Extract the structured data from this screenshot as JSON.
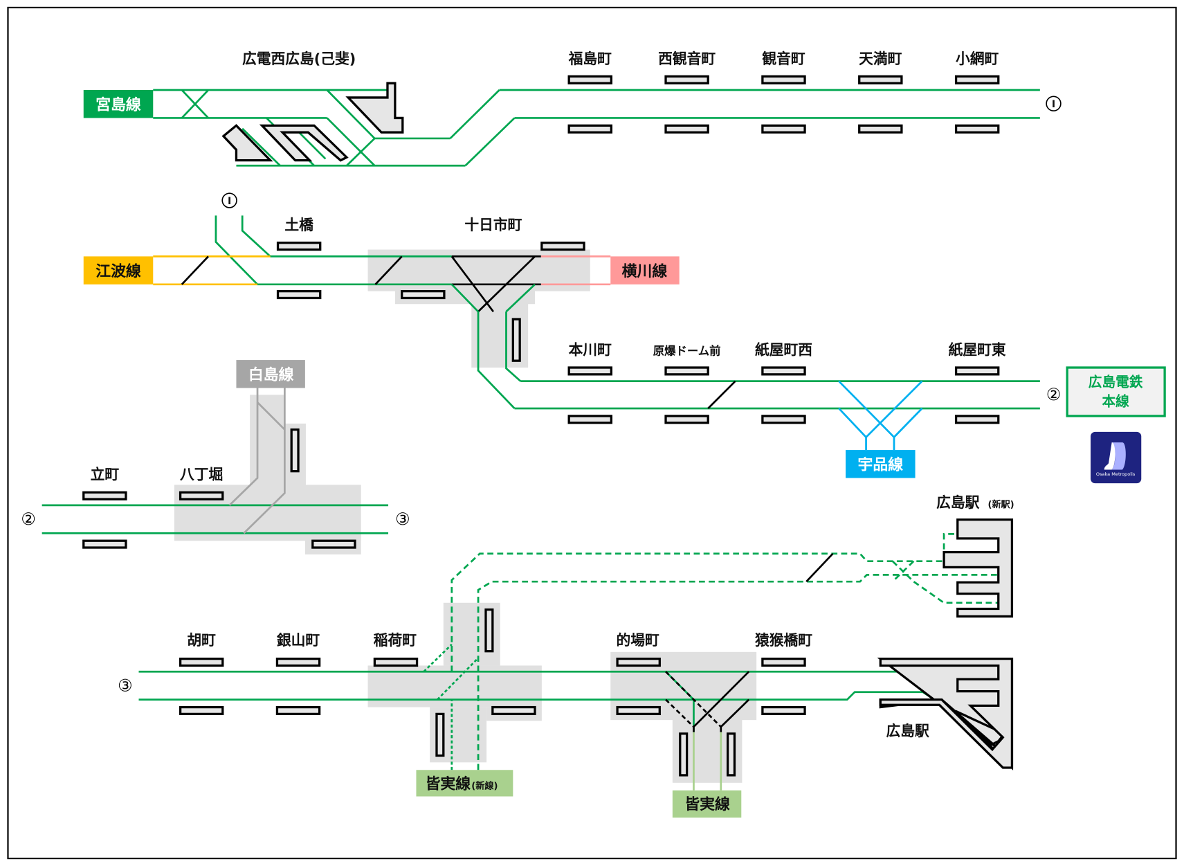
{
  "colors": {
    "hiroden_green": "#00a650",
    "eba_orange": "#ffc000",
    "yokogawa_pink": "#ff9999",
    "ujina_blue": "#00b0f0",
    "hakushima_gray": "#a6a6a6",
    "minami_light_green": "#a9d18e",
    "logo_navy": "#1e2380"
  },
  "lines": {
    "miyajima": "宮島線",
    "eba": "江波線",
    "yokogawa": "横川線",
    "hakushima": "白島線",
    "ujina": "宇品線",
    "main_line": "広島電鉄本線",
    "main_line_1": "広島電鉄",
    "main_line_2": "本線",
    "minami_new": "皆実線",
    "minami_new_suffix": "(新線)",
    "minami": "皆実線"
  },
  "stations": {
    "hiroden_nishi_hiroshima": "広電西広島(己斐)",
    "fukushimacho": "福島町",
    "nishi_kannonmachi": "西観音町",
    "kannonmachi": "観音町",
    "tenmacho": "天満町",
    "koamicho": "小網町",
    "dobashi": "土橋",
    "tokaichimachi": "十日市町",
    "honkawacho": "本川町",
    "genbaku_dome_mae": "原爆ドーム前",
    "kamiyacho_nishi": "紙屋町西",
    "kamiyacho_higashi": "紙屋町東",
    "tatemachi": "立町",
    "hatchobori": "八丁堀",
    "ebisucho": "胡町",
    "kanayamacho": "銀山町",
    "inarimachi": "稲荷町",
    "matobacho": "的場町",
    "enkobashicho": "猿猴橋町",
    "hiroshima_station": "広島駅",
    "hiroshima_station_new": "広島駅",
    "hiroshima_station_new_suffix": "(新駅)"
  },
  "connectors": {
    "one": "Ⅰ",
    "two": "②",
    "three": "③"
  },
  "logo": {
    "text": "Osaka Metropolis",
    "icon": "film-strip-logo"
  }
}
